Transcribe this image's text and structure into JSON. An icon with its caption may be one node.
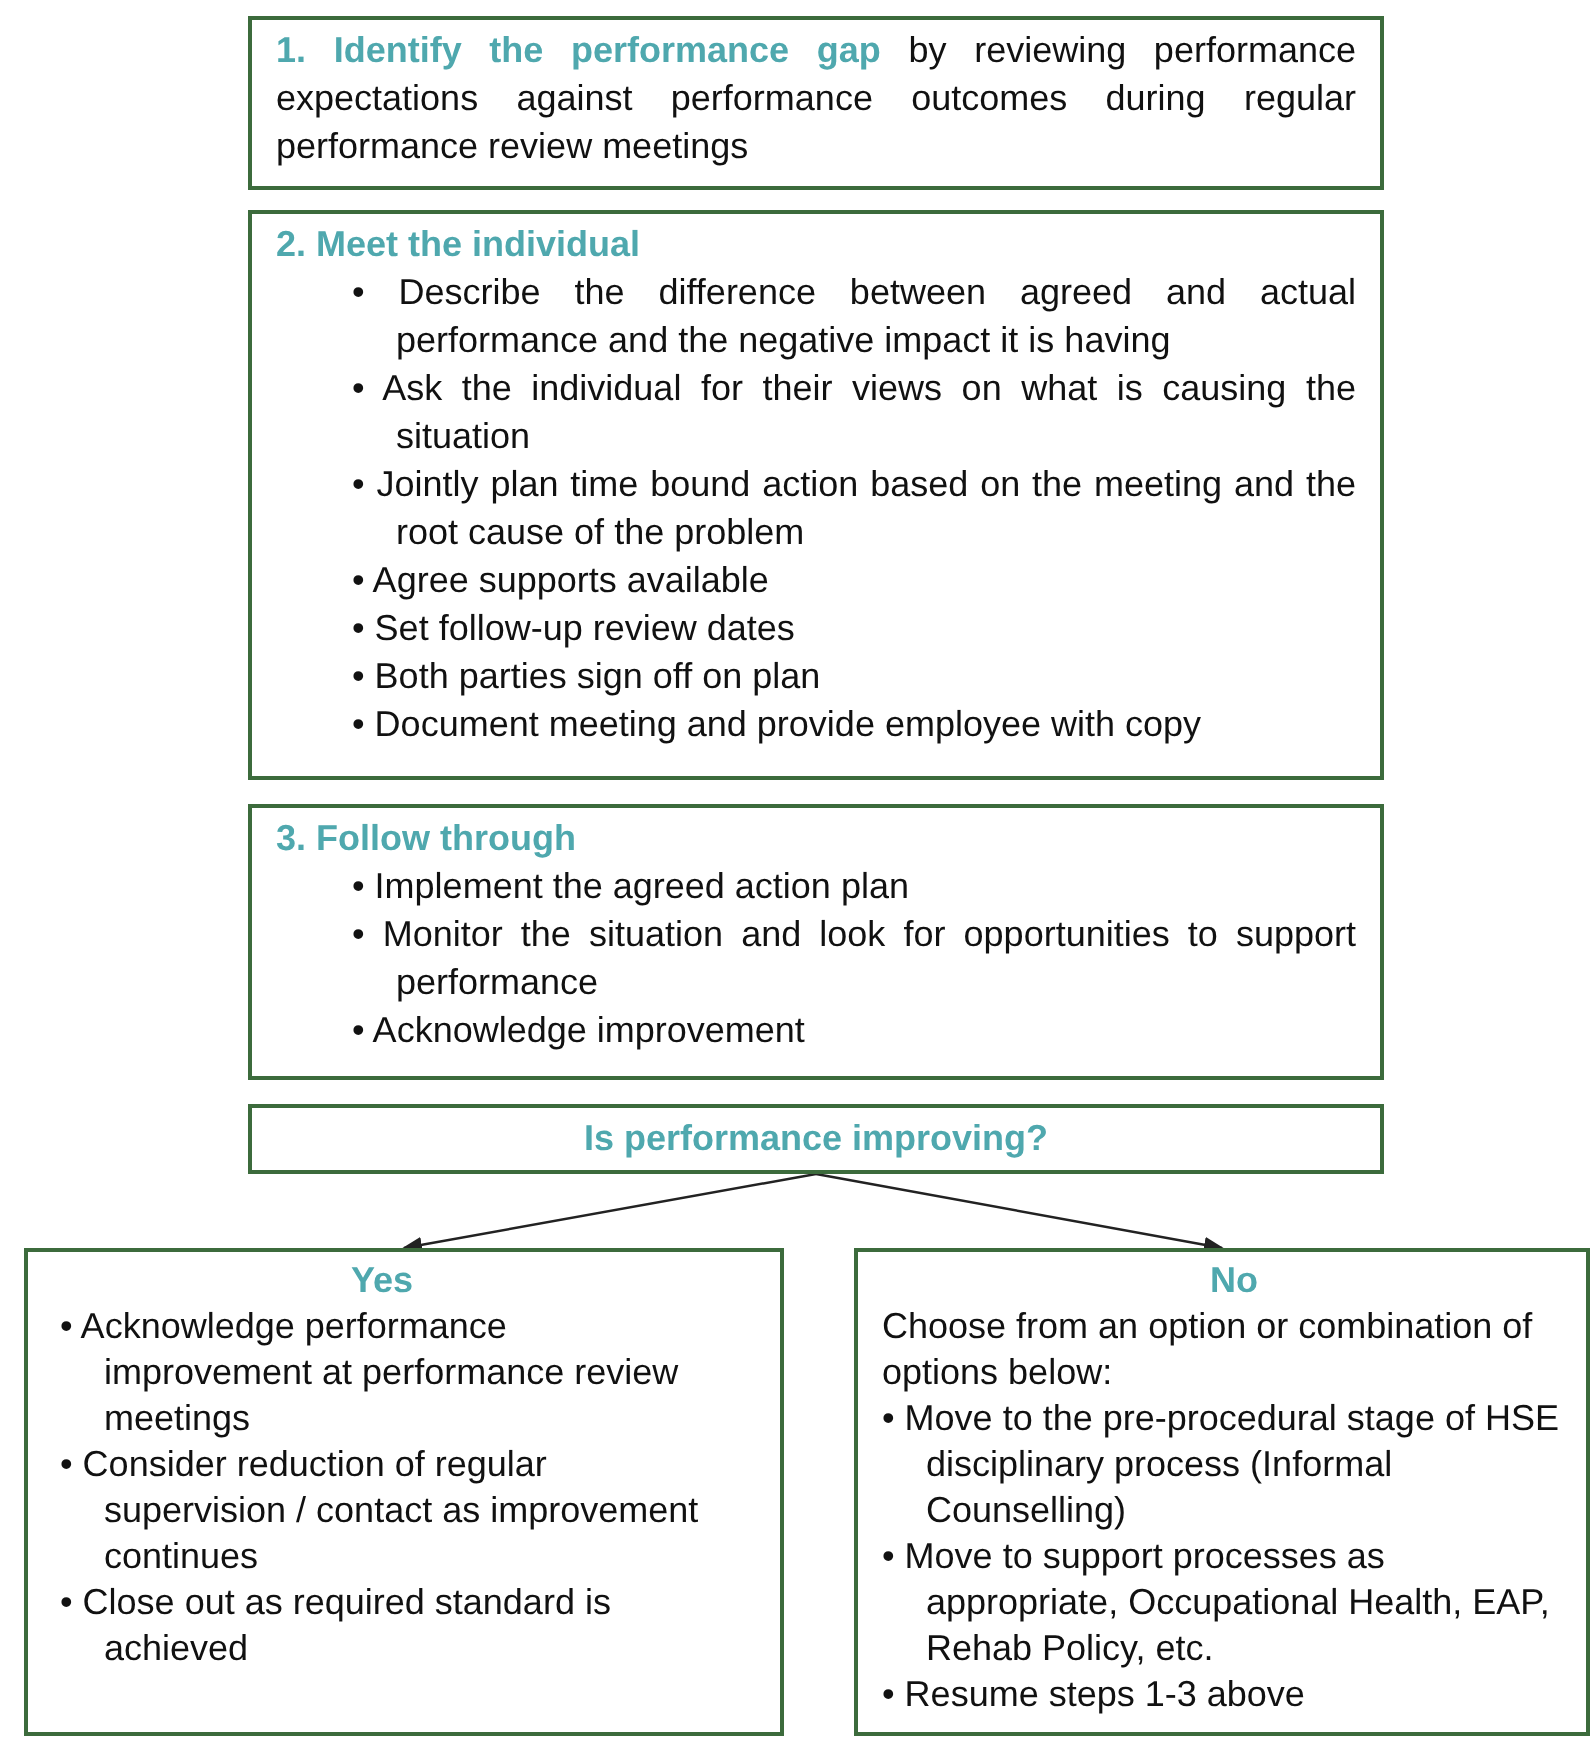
{
  "diagram": {
    "nodes": [
      {
        "text": [
          "**1. Identify the performance gap** by reviewing performance expectations against performance outcomes during regular performance review meetings"
        ]
      },
      {
        "text": [
          "2. Meet the individual",
          "• Describe the difference between agreed and actual performance and the negative impact it is having",
          "• Ask the individual for their views on what is causing the situation",
          "• Jointly plan time bound action based on the meeting and the root cause of the problem",
          "• Agree supports available",
          "• Set follow-up review dates",
          "• Both parties sign off on plan",
          "• Document meeting and provide employee with copy"
        ]
      },
      {
        "text": [
          "3. Follow through",
          "• Implement the agreed action plan",
          "• Monitor the situation and look for opportunities to support performance",
          "• Acknowledge improvement"
        ]
      },
      {
        "text": [
          "Is performance improving?"
        ]
      },
      {
        "text": [
          "Yes",
          "• Acknowledge performance improvement at performance review meetings",
          "• Consider reduction of regular supervision / contact as improvement continues",
          "• Close out as required standard is achieved"
        ]
      },
      {
        "text": [
          "No",
          "Choose from an option or combination of options below:",
          "• Move to the pre-procedural stage of HSE disciplinary process (Informal Counselling)",
          "• Move to support processes as appropriate, Occupational Health, EAP, Rehab Policy, etc.",
          "• Resume steps 1-3 above"
        ]
      }
    ],
    "edges": [
      {
        "from": 3,
        "to": 4,
        "arrow": "to"
      },
      {
        "from": 3,
        "to": 5,
        "arrow": "to"
      }
    ]
  }
}
